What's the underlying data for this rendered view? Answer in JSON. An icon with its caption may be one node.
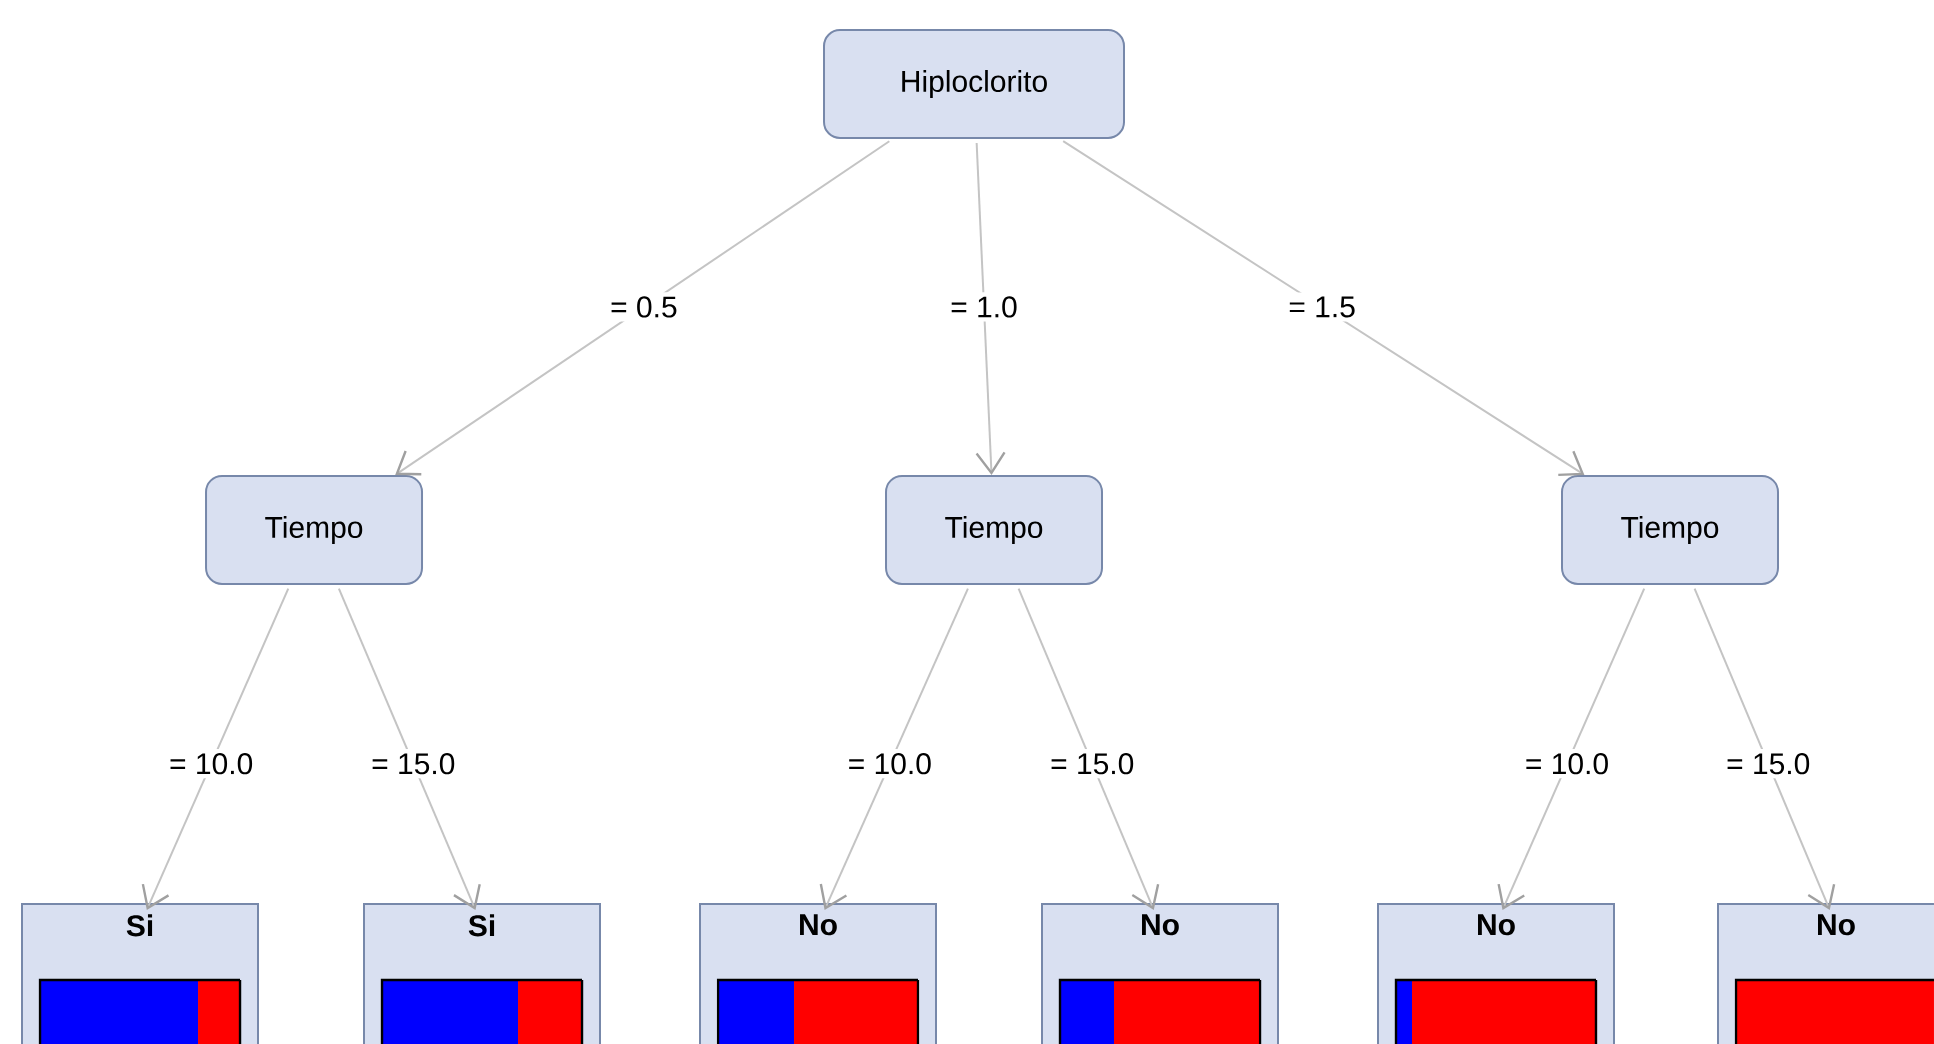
{
  "diagram": {
    "nodes": [
      {
        "text": [
          "Hiploclorito"
        ]
      },
      {
        "text": [
          "Tiempo"
        ]
      },
      {
        "text": [
          "Tiempo"
        ]
      },
      {
        "text": [
          "Tiempo"
        ]
      },
      {
        "text": [
          "Si"
        ]
      },
      {
        "text": [
          "Si"
        ]
      },
      {
        "text": [
          "No"
        ]
      },
      {
        "text": [
          "No"
        ]
      },
      {
        "text": [
          "No"
        ]
      },
      {
        "text": [
          "No"
        ]
      }
    ],
    "edges": [
      {
        "from": 0,
        "to": 1,
        "arrow": "to",
        "label": "= 0.5"
      },
      {
        "from": 0,
        "to": 2,
        "arrow": "to",
        "label": "= 1.0"
      },
      {
        "from": 0,
        "to": 3,
        "arrow": "to",
        "label": "= 1.5"
      },
      {
        "from": 1,
        "to": 4,
        "arrow": "to",
        "label": "= 10.0"
      },
      {
        "from": 1,
        "to": 5,
        "arrow": "to",
        "label": "= 15.0"
      },
      {
        "from": 2,
        "to": 6,
        "arrow": "to",
        "label": "= 10.0"
      },
      {
        "from": 2,
        "to": 7,
        "arrow": "to",
        "label": "= 15.0"
      },
      {
        "from": 3,
        "to": 8,
        "arrow": "to",
        "label": "= 10.0"
      },
      {
        "from": 3,
        "to": 9,
        "arrow": "to",
        "label": "= 15.0"
      }
    ]
  }
}
